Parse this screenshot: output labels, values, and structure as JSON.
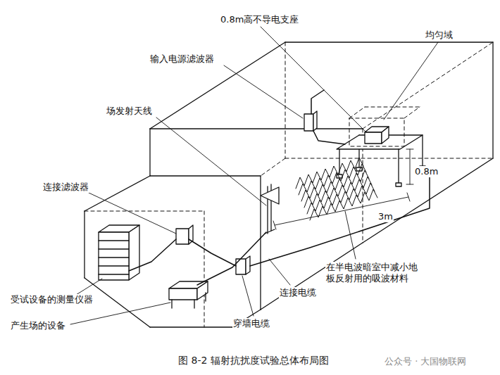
{
  "diagram": {
    "caption": "图 8-2 辐射抗扰度试验总体布局图",
    "labels": [
      "0.8m高不导电支座",
      "均匀域",
      "输入电源滤波器",
      "场发射天线",
      "连接滤波器",
      "受试设备的测量仪器",
      "产生场的设备",
      "穿墙电缆",
      "连接电缆",
      "在半电波暗室中减小地 板反射用的吸波材料",
      "0.8m",
      "3m",
      "公众号 · 大国物联网"
    ]
  }
}
